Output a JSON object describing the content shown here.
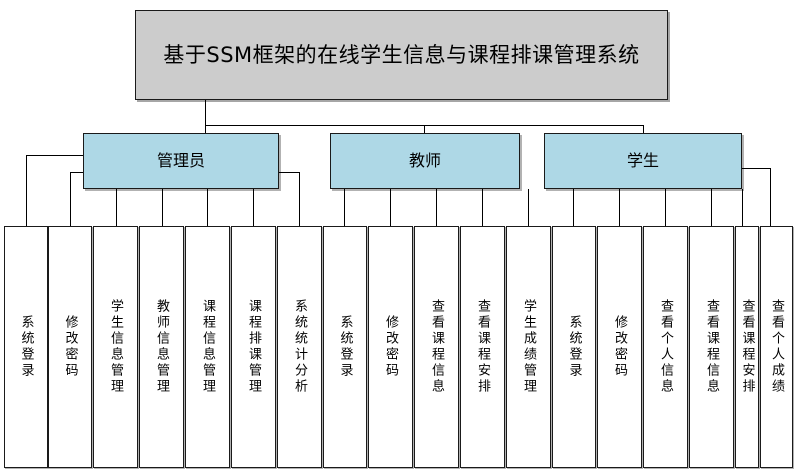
{
  "diagram": {
    "type": "tree",
    "title": "基于SSM框架的在线学生信息与课程排课管理系统",
    "colors": {
      "root_fill": "#cccccc",
      "role_fill": "#aed8e6",
      "leaf_fill": "#ffffff",
      "line": "#000000",
      "border": "#1a1a1a",
      "background": "#ffffff"
    },
    "roles": [
      {
        "label": "管理员"
      },
      {
        "label": "教师"
      },
      {
        "label": "学生"
      }
    ],
    "leaves": [
      {
        "label": "系统登录",
        "role": "管理员"
      },
      {
        "label": "修改密码",
        "role": "管理员"
      },
      {
        "label": "学生信息管理",
        "role": "管理员"
      },
      {
        "label": "教师信息管理",
        "role": "管理员"
      },
      {
        "label": "课程信息管理",
        "role": "管理员"
      },
      {
        "label": "课程排课管理",
        "role": "管理员"
      },
      {
        "label": "系统统计分析",
        "role": "管理员"
      },
      {
        "label": "系统登录",
        "role": "教师"
      },
      {
        "label": "修改密码",
        "role": "教师"
      },
      {
        "label": "查看课程信息",
        "role": "教师"
      },
      {
        "label": "查看课程安排",
        "role": "教师"
      },
      {
        "label": "学生成绩管理",
        "role": "教师"
      },
      {
        "label": "系统登录",
        "role": "学生"
      },
      {
        "label": "修改密码",
        "role": "学生"
      },
      {
        "label": "查看个人信息",
        "role": "学生"
      },
      {
        "label": "查看课程信息",
        "role": "学生"
      },
      {
        "label": "查看课程安排",
        "role": "学生"
      },
      {
        "label": "查看个人成绩",
        "role": "学生"
      }
    ]
  }
}
